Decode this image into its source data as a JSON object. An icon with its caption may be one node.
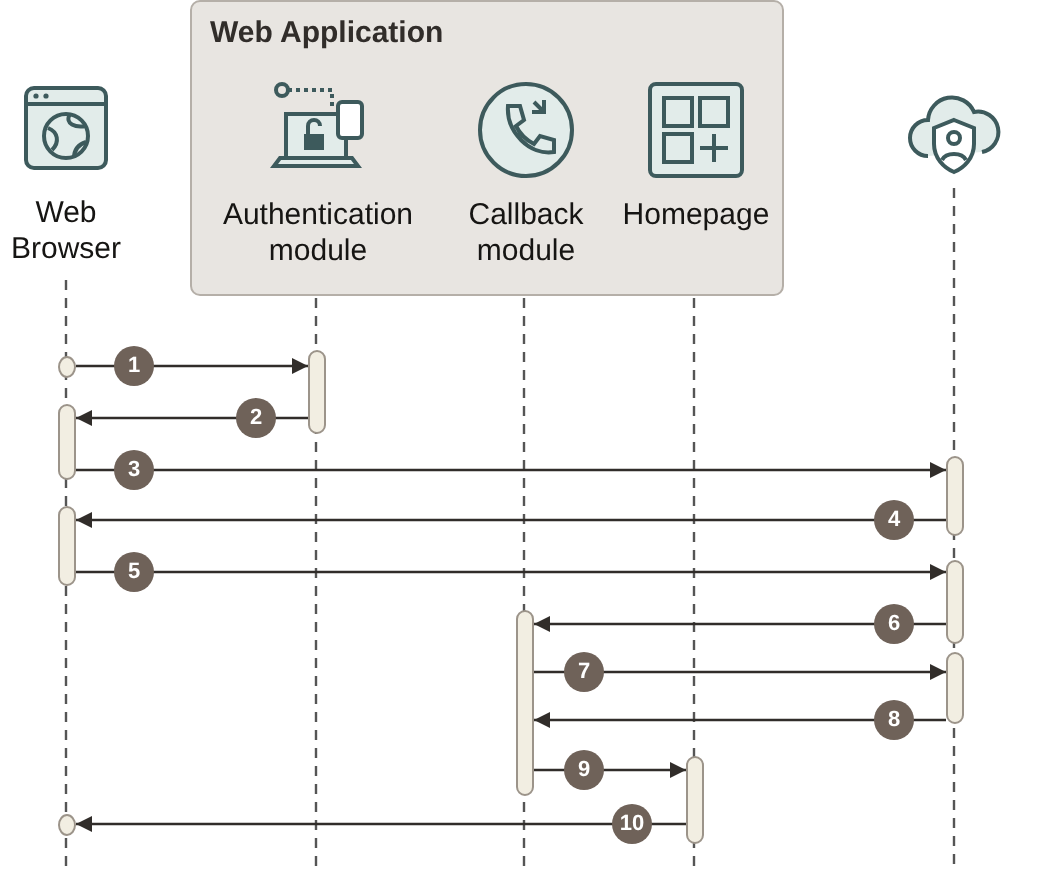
{
  "diagram": {
    "nodes": [
      {
        "text": [
          "Web Application"
        ]
      },
      {
        "text": [
          "Web Browser"
        ]
      },
      {
        "text": [
          "Authentication module"
        ],
        "in": 0
      },
      {
        "text": [
          "Callback module"
        ],
        "in": 0
      },
      {
        "text": [
          "Homepage"
        ],
        "in": 0
      },
      {
        "text": [],
        "shape": "cloud"
      },
      {
        "text": [],
        "shape": "bar"
      },
      {
        "text": [],
        "shape": "bar"
      },
      {
        "text": [],
        "shape": "bar"
      },
      {
        "text": [],
        "shape": "bar"
      },
      {
        "text": [],
        "shape": "bar"
      },
      {
        "text": [],
        "shape": "bar"
      },
      {
        "text": [],
        "shape": "bar"
      },
      {
        "text": [],
        "shape": "bar"
      },
      {
        "text": [],
        "shape": "bar"
      },
      {
        "text": [],
        "shape": "bar"
      }
    ],
    "edges": [
      {
        "from": 6,
        "to": 7,
        "arrow": "to",
        "label": "1"
      },
      {
        "from": 7,
        "to": 8,
        "arrow": "to",
        "label": "2"
      },
      {
        "from": 8,
        "to": 9,
        "arrow": "to",
        "label": "3"
      },
      {
        "from": 9,
        "to": 10,
        "arrow": "to",
        "label": "4"
      },
      {
        "from": 10,
        "to": 11,
        "arrow": "to",
        "label": "5"
      },
      {
        "from": 11,
        "to": 12,
        "arrow": "to",
        "label": "6"
      },
      {
        "from": 12,
        "to": 13,
        "arrow": "to",
        "label": "7"
      },
      {
        "from": 13,
        "to": 12,
        "arrow": "to",
        "label": "8"
      },
      {
        "from": 12,
        "to": 14,
        "arrow": "to",
        "label": "9"
      },
      {
        "from": 14,
        "to": 15,
        "arrow": "to",
        "label": "10"
      }
    ]
  }
}
